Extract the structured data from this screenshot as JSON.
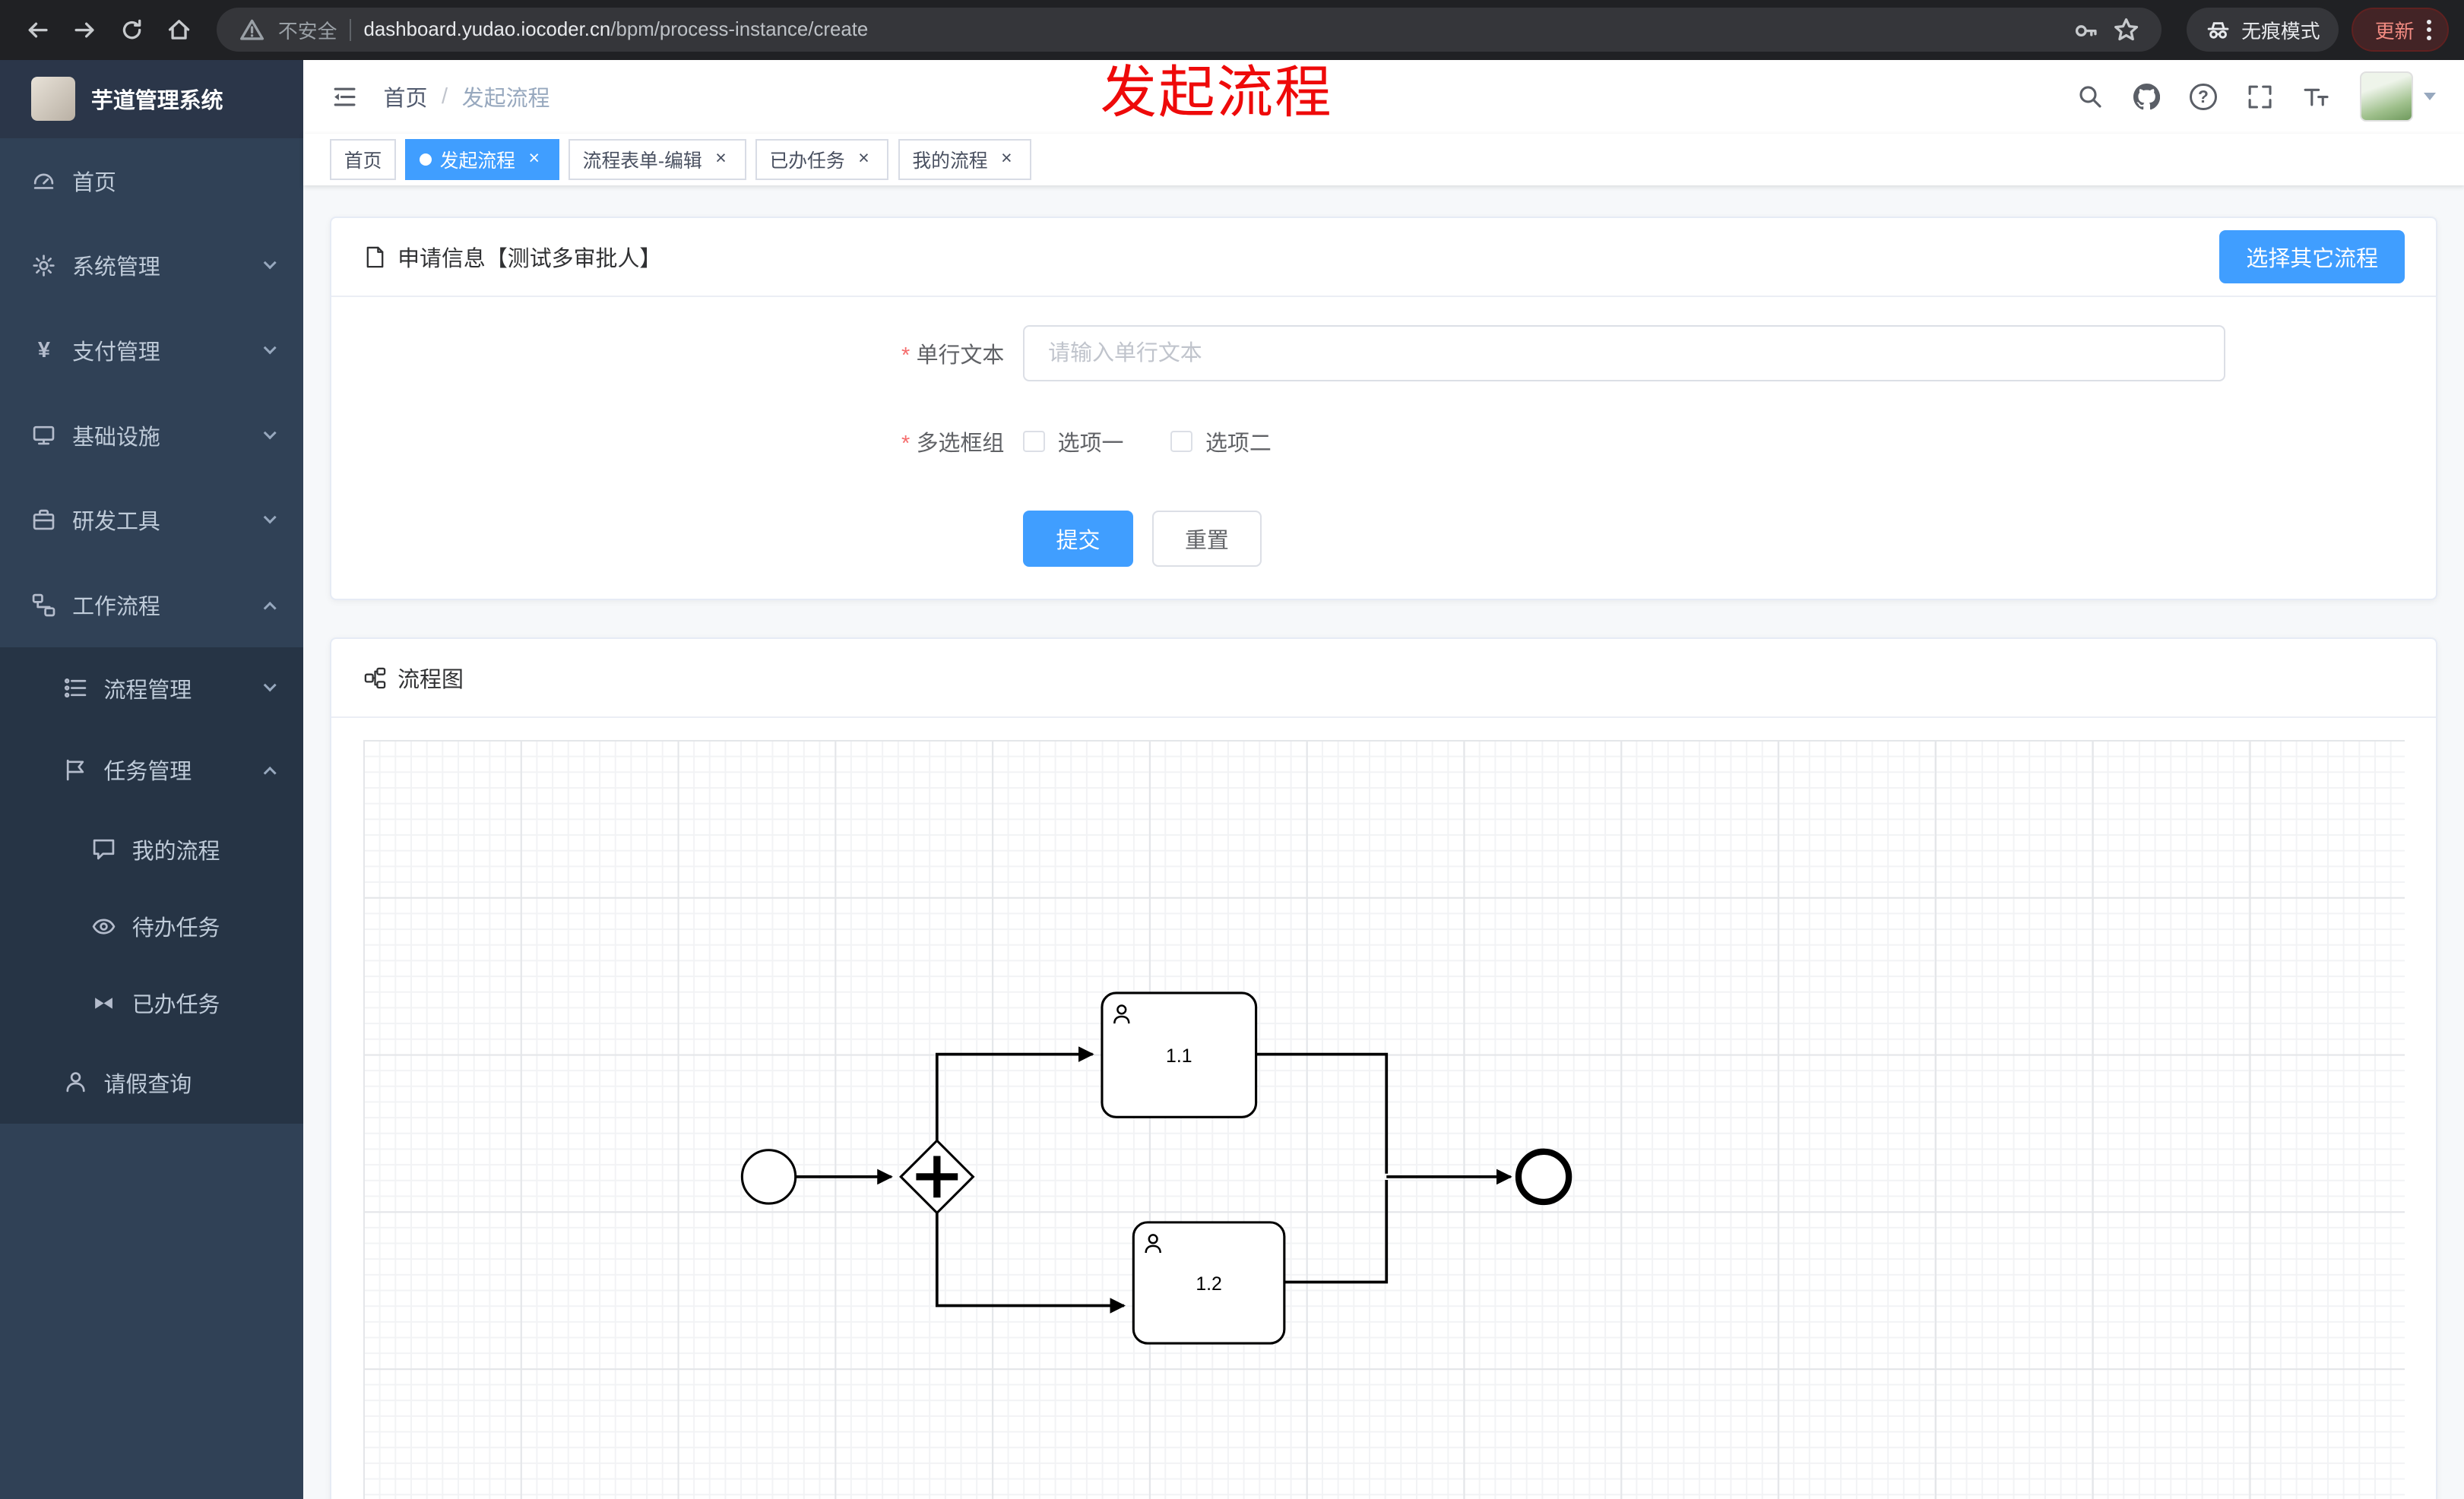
{
  "browser": {
    "security_label": "不安全",
    "url_domain": "dashboard.yudao.iocoder.cn",
    "url_path": "/bpm/process-instance/create",
    "incognito_label": "无痕模式",
    "update_label": "更新"
  },
  "annotation": {
    "text": "发起流程"
  },
  "navbar": {
    "breadcrumb_home": "首页",
    "breadcrumb_current": "发起流程"
  },
  "sidebar": {
    "logo_title": "芋道管理系统",
    "items": [
      {
        "label": "首页"
      },
      {
        "label": "系统管理"
      },
      {
        "label": "支付管理"
      },
      {
        "label": "基础设施"
      },
      {
        "label": "研发工具"
      },
      {
        "label": "工作流程"
      }
    ],
    "workflow_children": [
      {
        "label": "流程管理"
      },
      {
        "label": "任务管理"
      },
      {
        "label": "请假查询"
      }
    ],
    "task_children": [
      {
        "label": "我的流程"
      },
      {
        "label": "待办任务"
      },
      {
        "label": "已办任务"
      }
    ]
  },
  "tabs": [
    {
      "label": "首页"
    },
    {
      "label": "发起流程"
    },
    {
      "label": "流程表单-编辑"
    },
    {
      "label": "已办任务"
    },
    {
      "label": "我的流程"
    }
  ],
  "form_card": {
    "title": "申请信息【测试多审批人】",
    "select_other_label": "选择其它流程",
    "text_field": {
      "label": "单行文本",
      "placeholder": "请输入单行文本",
      "value": ""
    },
    "checkbox_field": {
      "label": "多选框组",
      "option1": "选项一",
      "option2": "选项二"
    },
    "submit_label": "提交",
    "reset_label": "重置"
  },
  "diagram_card": {
    "title": "流程图",
    "task1_label": "1.1",
    "task2_label": "1.2"
  },
  "icons": {
    "close": "×",
    "breadcrumb_separator": "/",
    "question": "?",
    "yen": "¥"
  },
  "colors": {
    "accent": "#409eff",
    "sidebar_bg": "#304156",
    "annotation_red": "#ee0a0a"
  }
}
